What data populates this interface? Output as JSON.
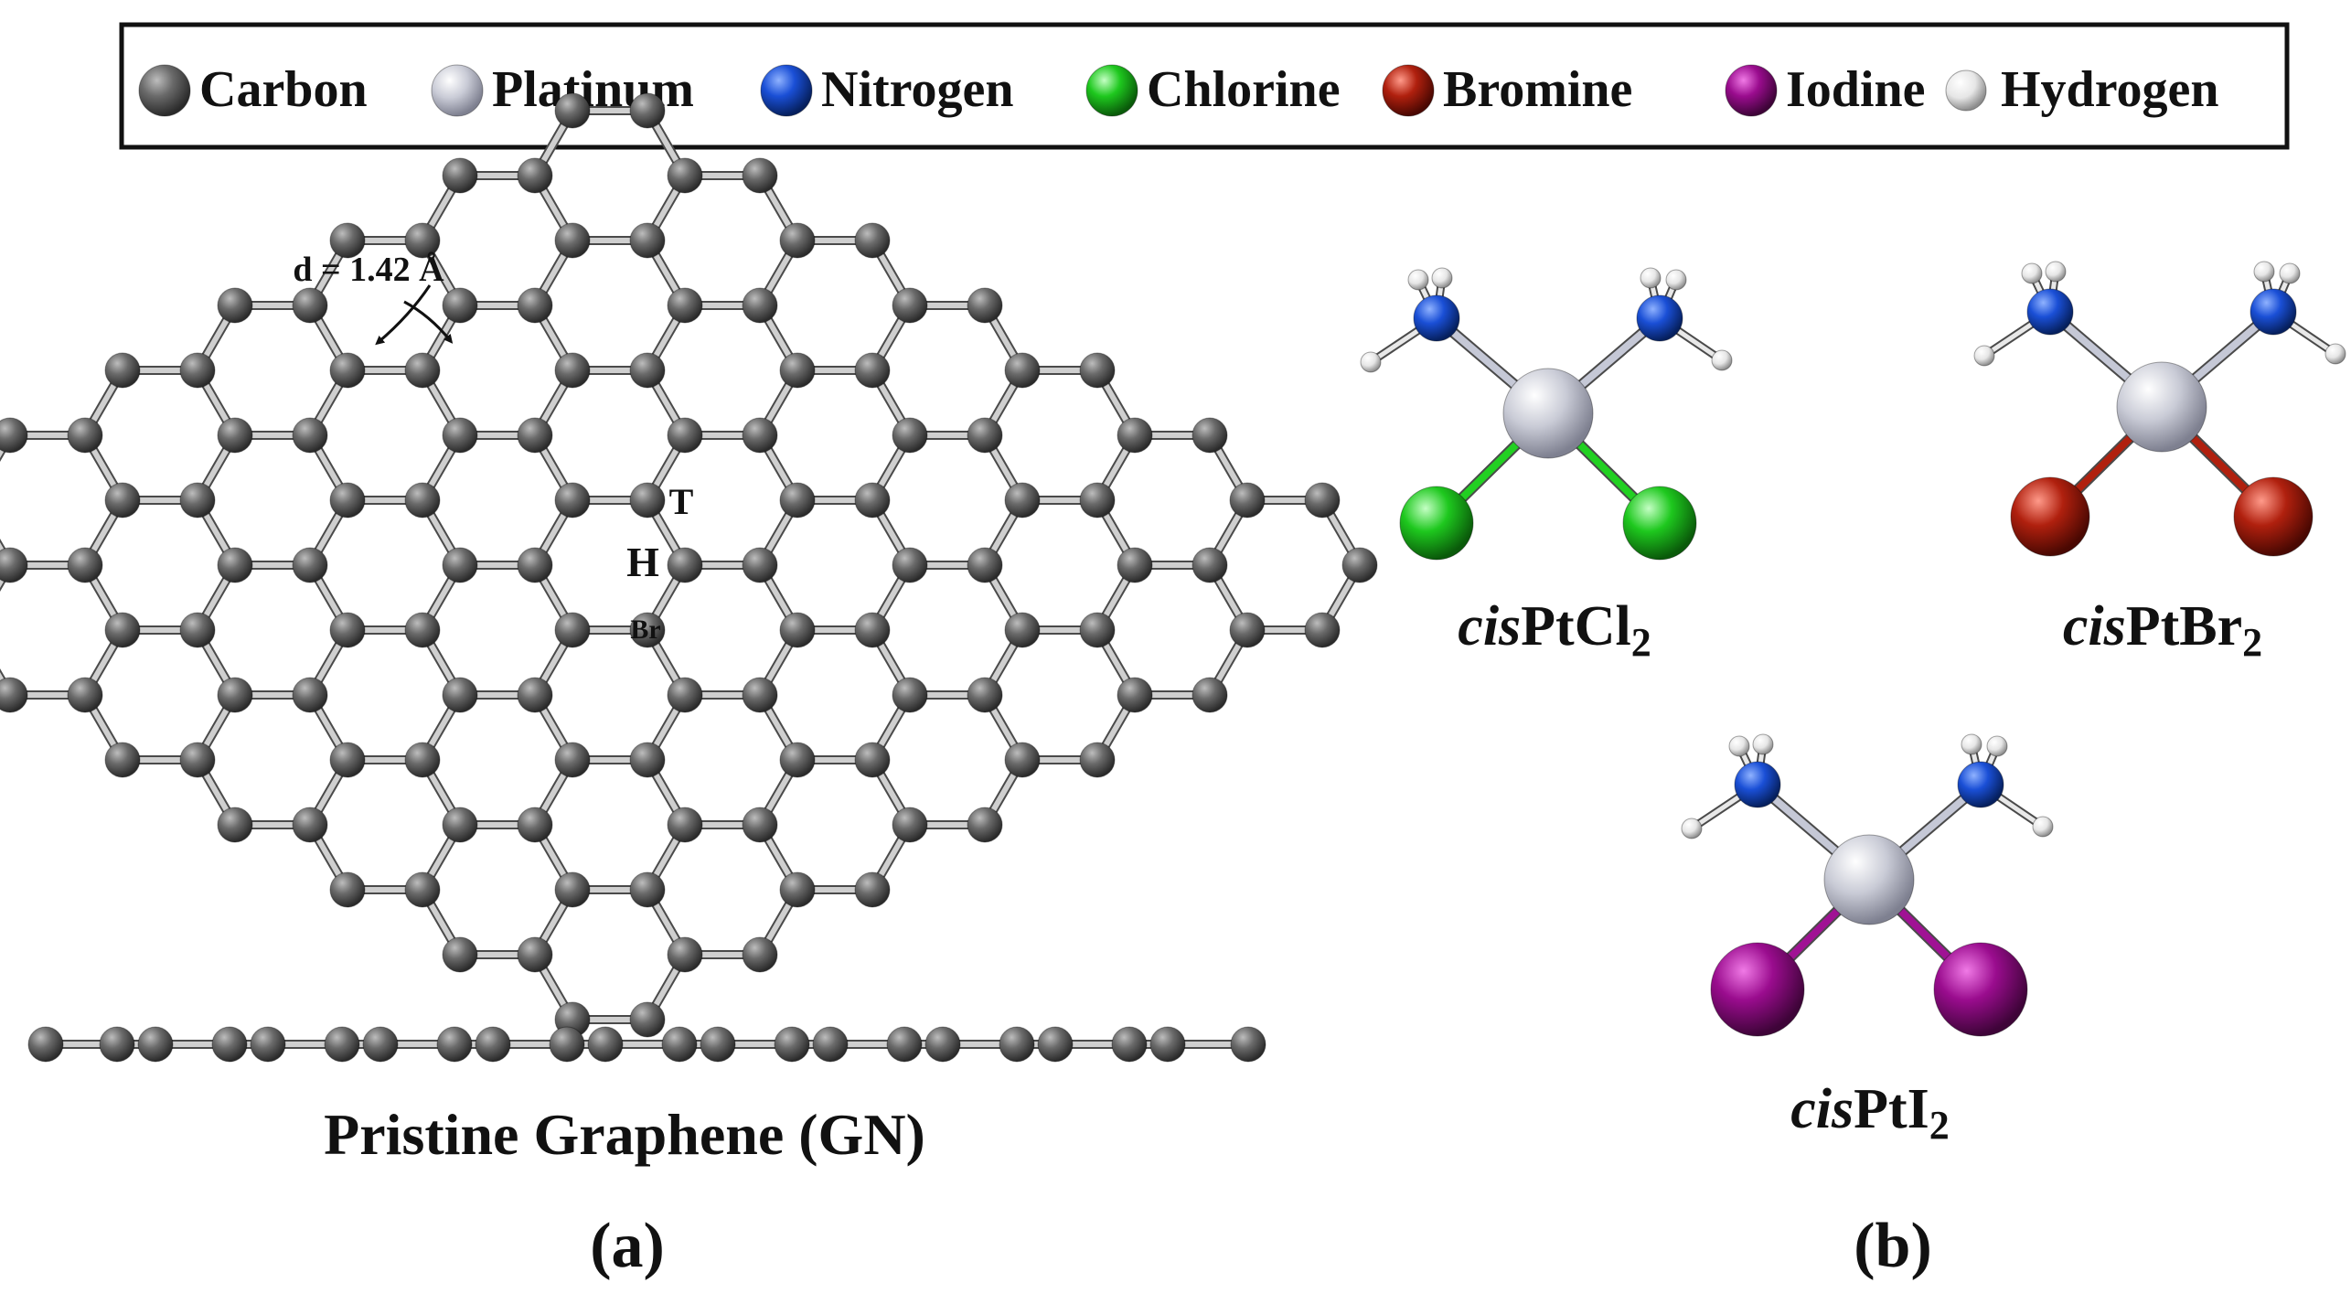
{
  "legend": {
    "items": [
      {
        "label": "Carbon",
        "color": "#5a5a5a"
      },
      {
        "label": "Platinum",
        "color": "#c4c6d2"
      },
      {
        "label": "Nitrogen",
        "color": "#1a4fd6"
      },
      {
        "label": "Chlorine",
        "color": "#1ec81e"
      },
      {
        "label": "Bromine",
        "color": "#b0200e"
      },
      {
        "label": "Iodine",
        "color": "#9a0c8e"
      },
      {
        "label": "Hydrogen",
        "color": "#eeeeee"
      }
    ]
  },
  "panel_a": {
    "bond_label": "d = 1.42 Å",
    "site_T": "T",
    "site_H": "H",
    "site_Br": "Br",
    "caption": "Pristine Graphene (GN)",
    "panel_label": "(a)"
  },
  "panel_b": {
    "molecules": [
      {
        "prefix": "cis",
        "formula": "PtCl",
        "subscript": "2",
        "halogen_color": "#1ec81e",
        "halogen_bond_color": "#22d022"
      },
      {
        "prefix": "cis",
        "formula": "PtBr",
        "subscript": "2",
        "halogen_color": "#b0200e",
        "halogen_bond_color": "#b0200e"
      },
      {
        "prefix": "cis",
        "formula": "PtI",
        "subscript": "2",
        "halogen_color": "#9a0c8e",
        "halogen_bond_color": "#a01294"
      }
    ],
    "panel_label": "(b)"
  }
}
